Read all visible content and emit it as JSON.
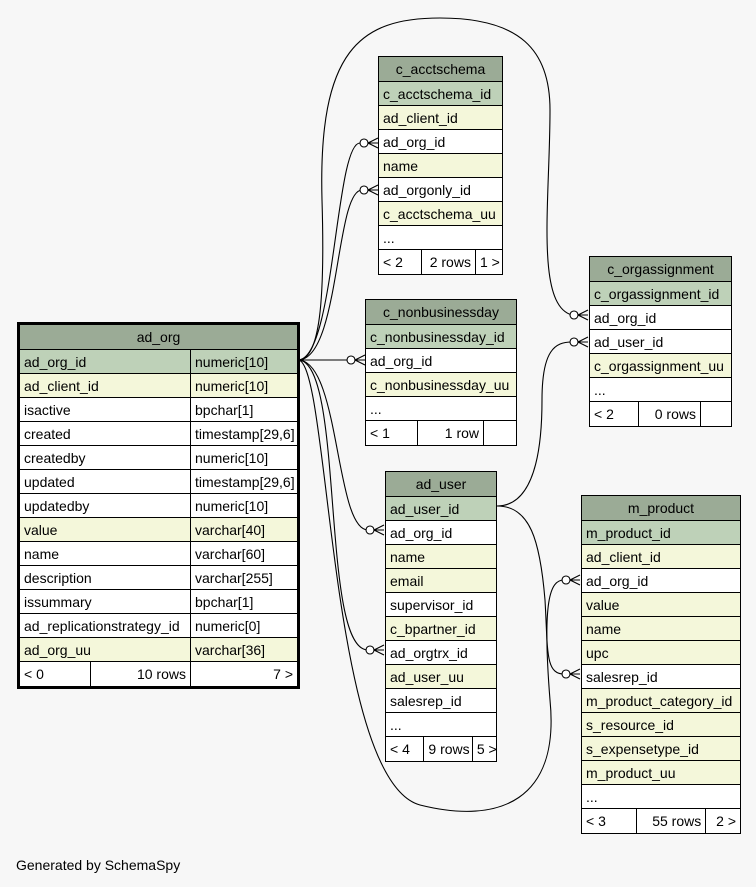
{
  "generator": "Generated by SchemaSpy",
  "tables": {
    "c_acctschema": {
      "name": "c_acctschema",
      "columns": [
        {
          "name": "c_acctschema_id",
          "kind": "pk"
        },
        {
          "name": "ad_client_id",
          "kind": "fk"
        },
        {
          "name": "ad_org_id",
          "kind": "plain"
        },
        {
          "name": "name",
          "kind": "fk"
        },
        {
          "name": "ad_orgonly_id",
          "kind": "plain"
        },
        {
          "name": "c_acctschema_uu",
          "kind": "fk"
        },
        {
          "name": "...",
          "kind": "plain"
        }
      ],
      "footer": [
        "< 2",
        "2 rows",
        "1 >"
      ]
    },
    "c_nonbusinessday": {
      "name": "c_nonbusinessday",
      "columns": [
        {
          "name": "c_nonbusinessday_id",
          "kind": "pk"
        },
        {
          "name": "ad_org_id",
          "kind": "plain"
        },
        {
          "name": "c_nonbusinessday_uu",
          "kind": "fk"
        },
        {
          "name": "...",
          "kind": "plain"
        }
      ],
      "footer": [
        "< 1",
        "1 row",
        ""
      ]
    },
    "c_orgassignment": {
      "name": "c_orgassignment",
      "columns": [
        {
          "name": "c_orgassignment_id",
          "kind": "pk"
        },
        {
          "name": "ad_org_id",
          "kind": "plain"
        },
        {
          "name": "ad_user_id",
          "kind": "plain"
        },
        {
          "name": "c_orgassignment_uu",
          "kind": "fk"
        },
        {
          "name": "...",
          "kind": "plain"
        }
      ],
      "footer": [
        "< 2",
        "0 rows",
        ""
      ]
    },
    "ad_org": {
      "name": "ad_org",
      "columns": [
        {
          "name": "ad_org_id",
          "type": "numeric[10]",
          "kind": "pk"
        },
        {
          "name": "ad_client_id",
          "type": "numeric[10]",
          "kind": "fk"
        },
        {
          "name": "isactive",
          "type": "bpchar[1]",
          "kind": "plain"
        },
        {
          "name": "created",
          "type": "timestamp[29,6]",
          "kind": "plain"
        },
        {
          "name": "createdby",
          "type": "numeric[10]",
          "kind": "plain"
        },
        {
          "name": "updated",
          "type": "timestamp[29,6]",
          "kind": "plain"
        },
        {
          "name": "updatedby",
          "type": "numeric[10]",
          "kind": "plain"
        },
        {
          "name": "value",
          "type": "varchar[40]",
          "kind": "fk"
        },
        {
          "name": "name",
          "type": "varchar[60]",
          "kind": "plain"
        },
        {
          "name": "description",
          "type": "varchar[255]",
          "kind": "plain"
        },
        {
          "name": "issummary",
          "type": "bpchar[1]",
          "kind": "plain"
        },
        {
          "name": "ad_replicationstrategy_id",
          "type": "numeric[0]",
          "kind": "plain"
        },
        {
          "name": "ad_org_uu",
          "type": "varchar[36]",
          "kind": "fk"
        }
      ],
      "footer": [
        "< 0",
        "10 rows",
        "7 >"
      ]
    },
    "ad_user": {
      "name": "ad_user",
      "columns": [
        {
          "name": "ad_user_id",
          "kind": "pk"
        },
        {
          "name": "ad_org_id",
          "kind": "plain"
        },
        {
          "name": "name",
          "kind": "fk"
        },
        {
          "name": "email",
          "kind": "fk"
        },
        {
          "name": "supervisor_id",
          "kind": "plain"
        },
        {
          "name": "c_bpartner_id",
          "kind": "fk"
        },
        {
          "name": "ad_orgtrx_id",
          "kind": "plain"
        },
        {
          "name": "ad_user_uu",
          "kind": "fk"
        },
        {
          "name": "salesrep_id",
          "kind": "plain"
        },
        {
          "name": "...",
          "kind": "plain"
        }
      ],
      "footer": [
        "< 4",
        "9 rows",
        "5 >"
      ]
    },
    "m_product": {
      "name": "m_product",
      "columns": [
        {
          "name": "m_product_id",
          "kind": "pk"
        },
        {
          "name": "ad_client_id",
          "kind": "fk"
        },
        {
          "name": "ad_org_id",
          "kind": "plain"
        },
        {
          "name": "value",
          "kind": "fk"
        },
        {
          "name": "name",
          "kind": "fk"
        },
        {
          "name": "upc",
          "kind": "fk"
        },
        {
          "name": "salesrep_id",
          "kind": "plain"
        },
        {
          "name": "m_product_category_id",
          "kind": "fk"
        },
        {
          "name": "s_resource_id",
          "kind": "fk"
        },
        {
          "name": "s_expensetype_id",
          "kind": "fk"
        },
        {
          "name": "m_product_uu",
          "kind": "fk"
        },
        {
          "name": "...",
          "kind": "plain"
        }
      ],
      "footer": [
        "< 3",
        "55 rows",
        "2 >"
      ]
    }
  },
  "colors": {
    "header": "#9bab96",
    "pk": "#bed1b8",
    "fk": "#f4f7da",
    "background": "#f7f7f7"
  }
}
